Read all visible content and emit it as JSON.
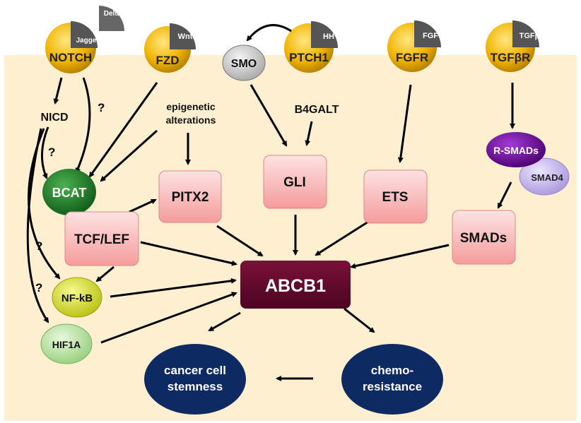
{
  "receptors": {
    "notch": {
      "label": "NOTCH",
      "ligands": [
        "Jagged",
        "Delta"
      ]
    },
    "fzd": {
      "label": "FZD",
      "ligand": "Wnt"
    },
    "ptch1": {
      "label": "PTCH1",
      "ligand": "HH"
    },
    "fgfr": {
      "label": "FGFR",
      "ligand": "FGF"
    },
    "tgfbr": {
      "label": "TGFβR",
      "ligand": "TGFβ"
    }
  },
  "nodes": {
    "smo": "SMO",
    "nicd": "NICD",
    "bcat": "BCAT",
    "tcf_lef": "TCF/LEF",
    "pitx2": "PITX2",
    "gli": "GLI",
    "ets": "ETS",
    "r_smads": "R-SMADs",
    "smad4": "SMAD4",
    "smads": "SMADs",
    "nfkb": "NF-kB",
    "hif1a": "HIF1A",
    "abcb1": "ABCB1",
    "stemness": [
      "cancer cell",
      "stemness"
    ],
    "chemoresistance": [
      "chemo-",
      "resistance"
    ]
  },
  "annotations": {
    "epigenetic": [
      "epigenetic",
      "alterations"
    ],
    "b4galt": "B4GALT",
    "question": "?"
  },
  "colors": {
    "cell_background": "#fdefd0",
    "receptor_gold": "#e6a800",
    "ligand_gray": "#555555",
    "tf_pink": "#f8bcbc",
    "abcb1_fill": "#5e0a2a",
    "outcome_navy": "#0e2a63",
    "bcat_green": "#1e7a2a",
    "rsmads_purple": "#6a0a9a",
    "smad4_lavender": "#c6b6ee",
    "nfkb_yellow": "#e2ea30",
    "hif1a_green": "#bfe6a6",
    "smo_gray": "#cfcfcf"
  }
}
